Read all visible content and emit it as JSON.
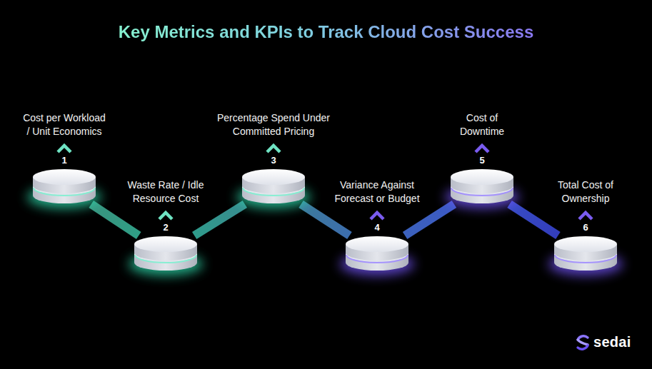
{
  "diagram": {
    "title": "Key Metrics and KPIs to Track Cloud Cost Success",
    "nodes": [
      {
        "text": [
          "Cost per Workload / Unit Economics",
          "1"
        ]
      },
      {
        "text": [
          "Waste Rate / Idle Resource Cost",
          "2"
        ]
      },
      {
        "text": [
          "Percentage Spend Under Committed Pricing",
          "3"
        ]
      },
      {
        "text": [
          "Variance Against Forecast or Budget",
          "4"
        ]
      },
      {
        "text": [
          "Cost of Downtime",
          "5"
        ]
      },
      {
        "text": [
          "Total Cost of Ownership",
          "6"
        ]
      }
    ],
    "edges": [
      {
        "from": 0,
        "to": 1,
        "arrow": "none"
      },
      {
        "from": 1,
        "to": 2,
        "arrow": "none"
      },
      {
        "from": 2,
        "to": 3,
        "arrow": "none"
      },
      {
        "from": 3,
        "to": 4,
        "arrow": "none"
      },
      {
        "from": 4,
        "to": 5,
        "arrow": "none"
      }
    ],
    "labels": [
      "sedai"
    ]
  }
}
